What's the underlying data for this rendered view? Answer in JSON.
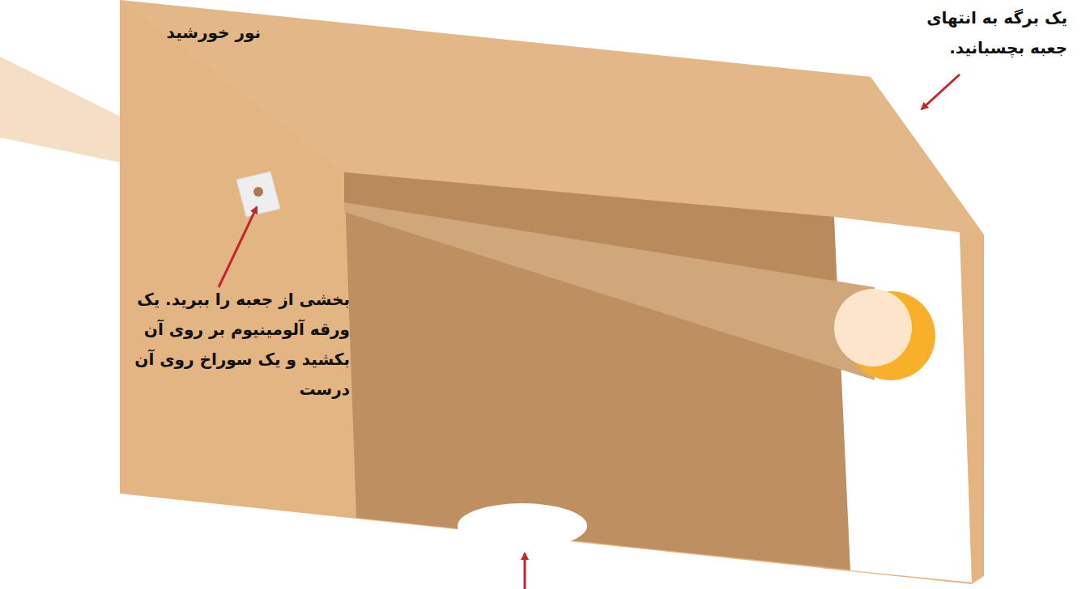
{
  "diagram": {
    "labels": [
      "نور خورشید",
      "یک برگه به انتهای جعبه بچسبانید.",
      "بخشی از جعبه را ببرید. یک ورقه آلومینیوم بر روی آن بکشید و یک سوراخ روی آن درست"
    ]
  }
}
